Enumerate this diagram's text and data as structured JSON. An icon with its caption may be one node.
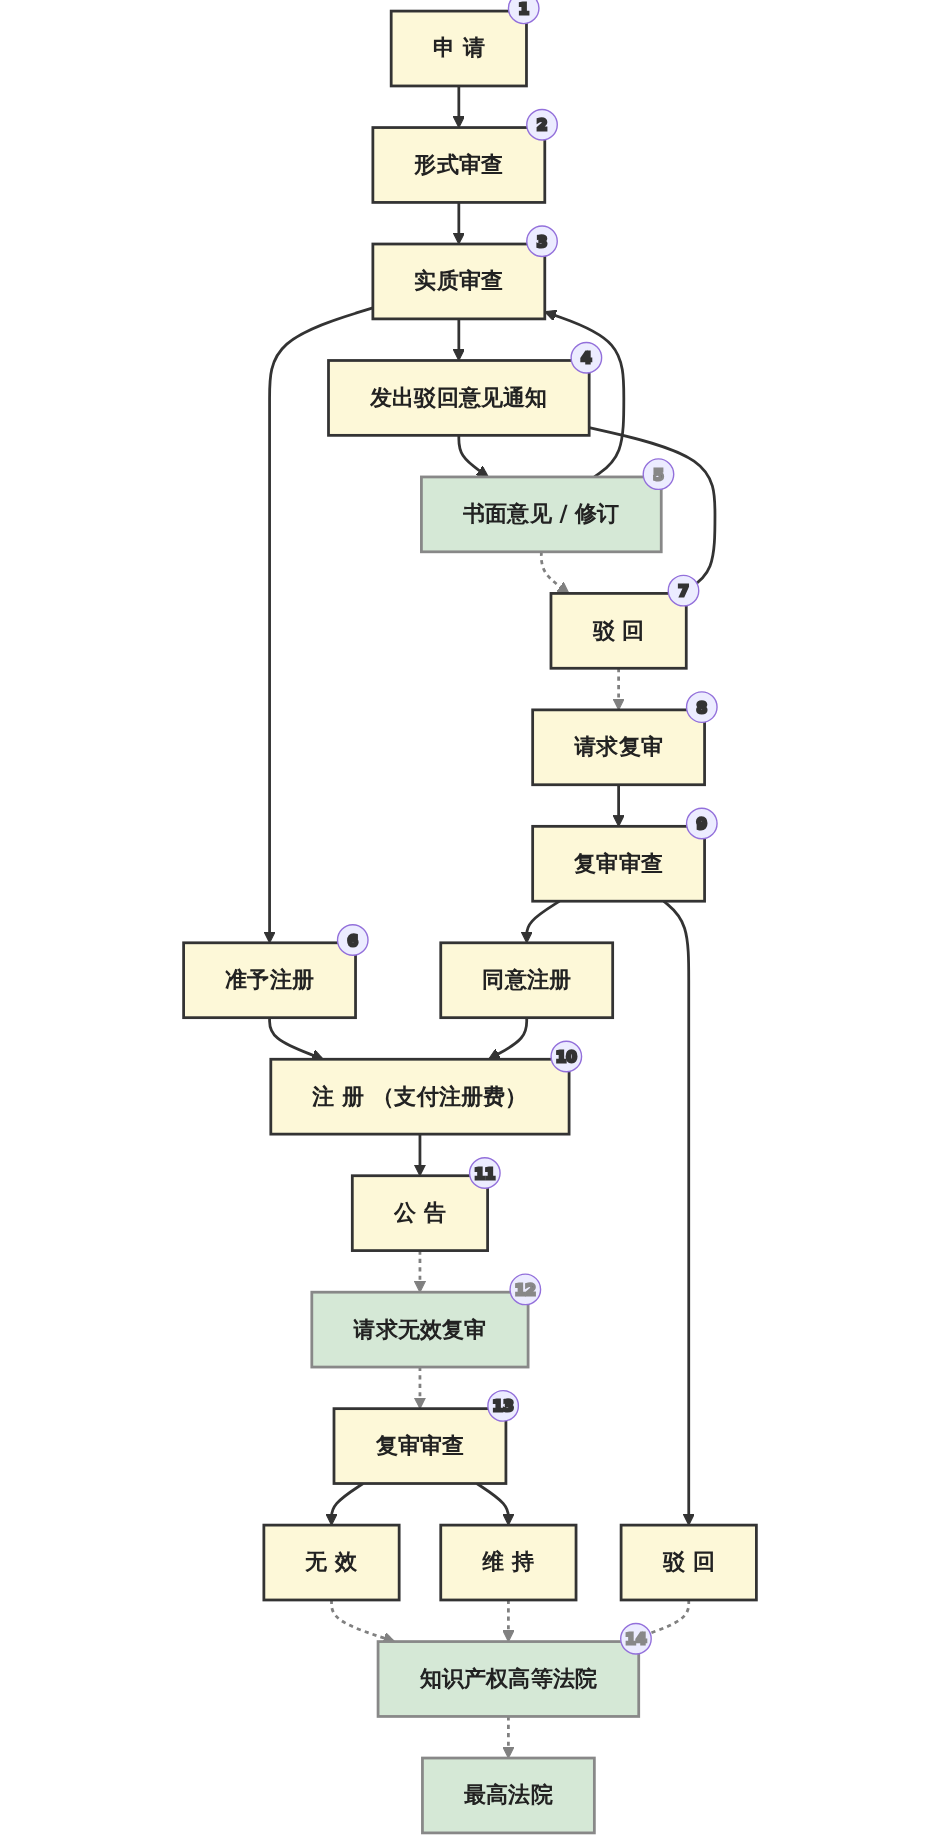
{
  "diagram": {
    "nodes": [
      {
        "text": [
          "申 请"
        ],
        "beside": [
          "1"
        ]
      },
      {
        "text": [
          "形式审查"
        ],
        "beside": [
          "2"
        ]
      },
      {
        "text": [
          "实质审查"
        ],
        "beside": [
          "3"
        ]
      },
      {
        "text": [
          "发出驳回意见通知"
        ],
        "beside": [
          "4"
        ]
      },
      {
        "text": [
          "书面意见 / 修订"
        ],
        "beside": [
          "5"
        ]
      },
      {
        "text": [
          "准予注册"
        ],
        "beside": [
          "6"
        ]
      },
      {
        "text": [
          "驳 回"
        ],
        "beside": [
          "7"
        ]
      },
      {
        "text": [
          "请求复审"
        ],
        "beside": [
          "8"
        ]
      },
      {
        "text": [
          "复审审查"
        ],
        "beside": [
          "9"
        ]
      },
      {
        "text": [
          "同意注册"
        ]
      },
      {
        "text": [
          "驳 回"
        ]
      },
      {
        "text": [
          "注 册 （支付注册费）"
        ],
        "beside": [
          "10"
        ]
      },
      {
        "text": [
          "公 告"
        ],
        "beside": [
          "11"
        ]
      },
      {
        "text": [
          "请求无效复审"
        ],
        "beside": [
          "12"
        ]
      },
      {
        "text": [
          "复审审查"
        ],
        "beside": [
          "13"
        ]
      },
      {
        "text": [
          "无 效"
        ]
      },
      {
        "text": [
          "维 持"
        ]
      },
      {
        "text": [
          "知识产权高等法院"
        ],
        "beside": [
          "14"
        ]
      },
      {
        "text": [
          "最高法院"
        ]
      }
    ],
    "edges": [
      {
        "from": 0,
        "to": 1,
        "arrow": "to"
      },
      {
        "from": 1,
        "to": 2,
        "arrow": "to"
      },
      {
        "from": 2,
        "to": 3,
        "arrow": "to"
      },
      {
        "from": 3,
        "to": 4,
        "arrow": "to"
      },
      {
        "from": 4,
        "to": 2,
        "arrow": "to"
      },
      {
        "from": 2,
        "to": 5,
        "arrow": "to"
      },
      {
        "from": 4,
        "to": 6,
        "arrow": "to",
        "style": "dashed",
        "color": "#808080"
      },
      {
        "from": 3,
        "to": 6,
        "arrow": "to"
      },
      {
        "from": 6,
        "to": 7,
        "arrow": "to",
        "style": "dashed",
        "color": "#808080"
      },
      {
        "from": 7,
        "to": 8,
        "arrow": "to"
      },
      {
        "from": 8,
        "to": 9,
        "arrow": "to"
      },
      {
        "from": 8,
        "to": 10,
        "arrow": "to"
      },
      {
        "from": 5,
        "to": 11,
        "arrow": "to"
      },
      {
        "from": 9,
        "to": 11,
        "arrow": "to"
      },
      {
        "from": 11,
        "to": 12,
        "arrow": "to"
      },
      {
        "from": 12,
        "to": 13,
        "arrow": "to",
        "style": "dashed",
        "color": "#808080"
      },
      {
        "from": 13,
        "to": 14,
        "arrow": "to",
        "style": "dashed",
        "color": "#808080"
      },
      {
        "from": 14,
        "to": 15,
        "arrow": "to"
      },
      {
        "from": 14,
        "to": 16,
        "arrow": "to"
      },
      {
        "from": 15,
        "to": 17,
        "arrow": "to",
        "style": "dashed",
        "color": "#808080"
      },
      {
        "from": 16,
        "to": 17,
        "arrow": "to",
        "style": "dashed",
        "color": "#808080"
      },
      {
        "from": 10,
        "to": 17,
        "arrow": "to",
        "style": "dashed",
        "color": "#808080"
      },
      {
        "from": 17,
        "to": 18,
        "arrow": "to",
        "style": "dashed",
        "color": "#808080"
      }
    ]
  }
}
